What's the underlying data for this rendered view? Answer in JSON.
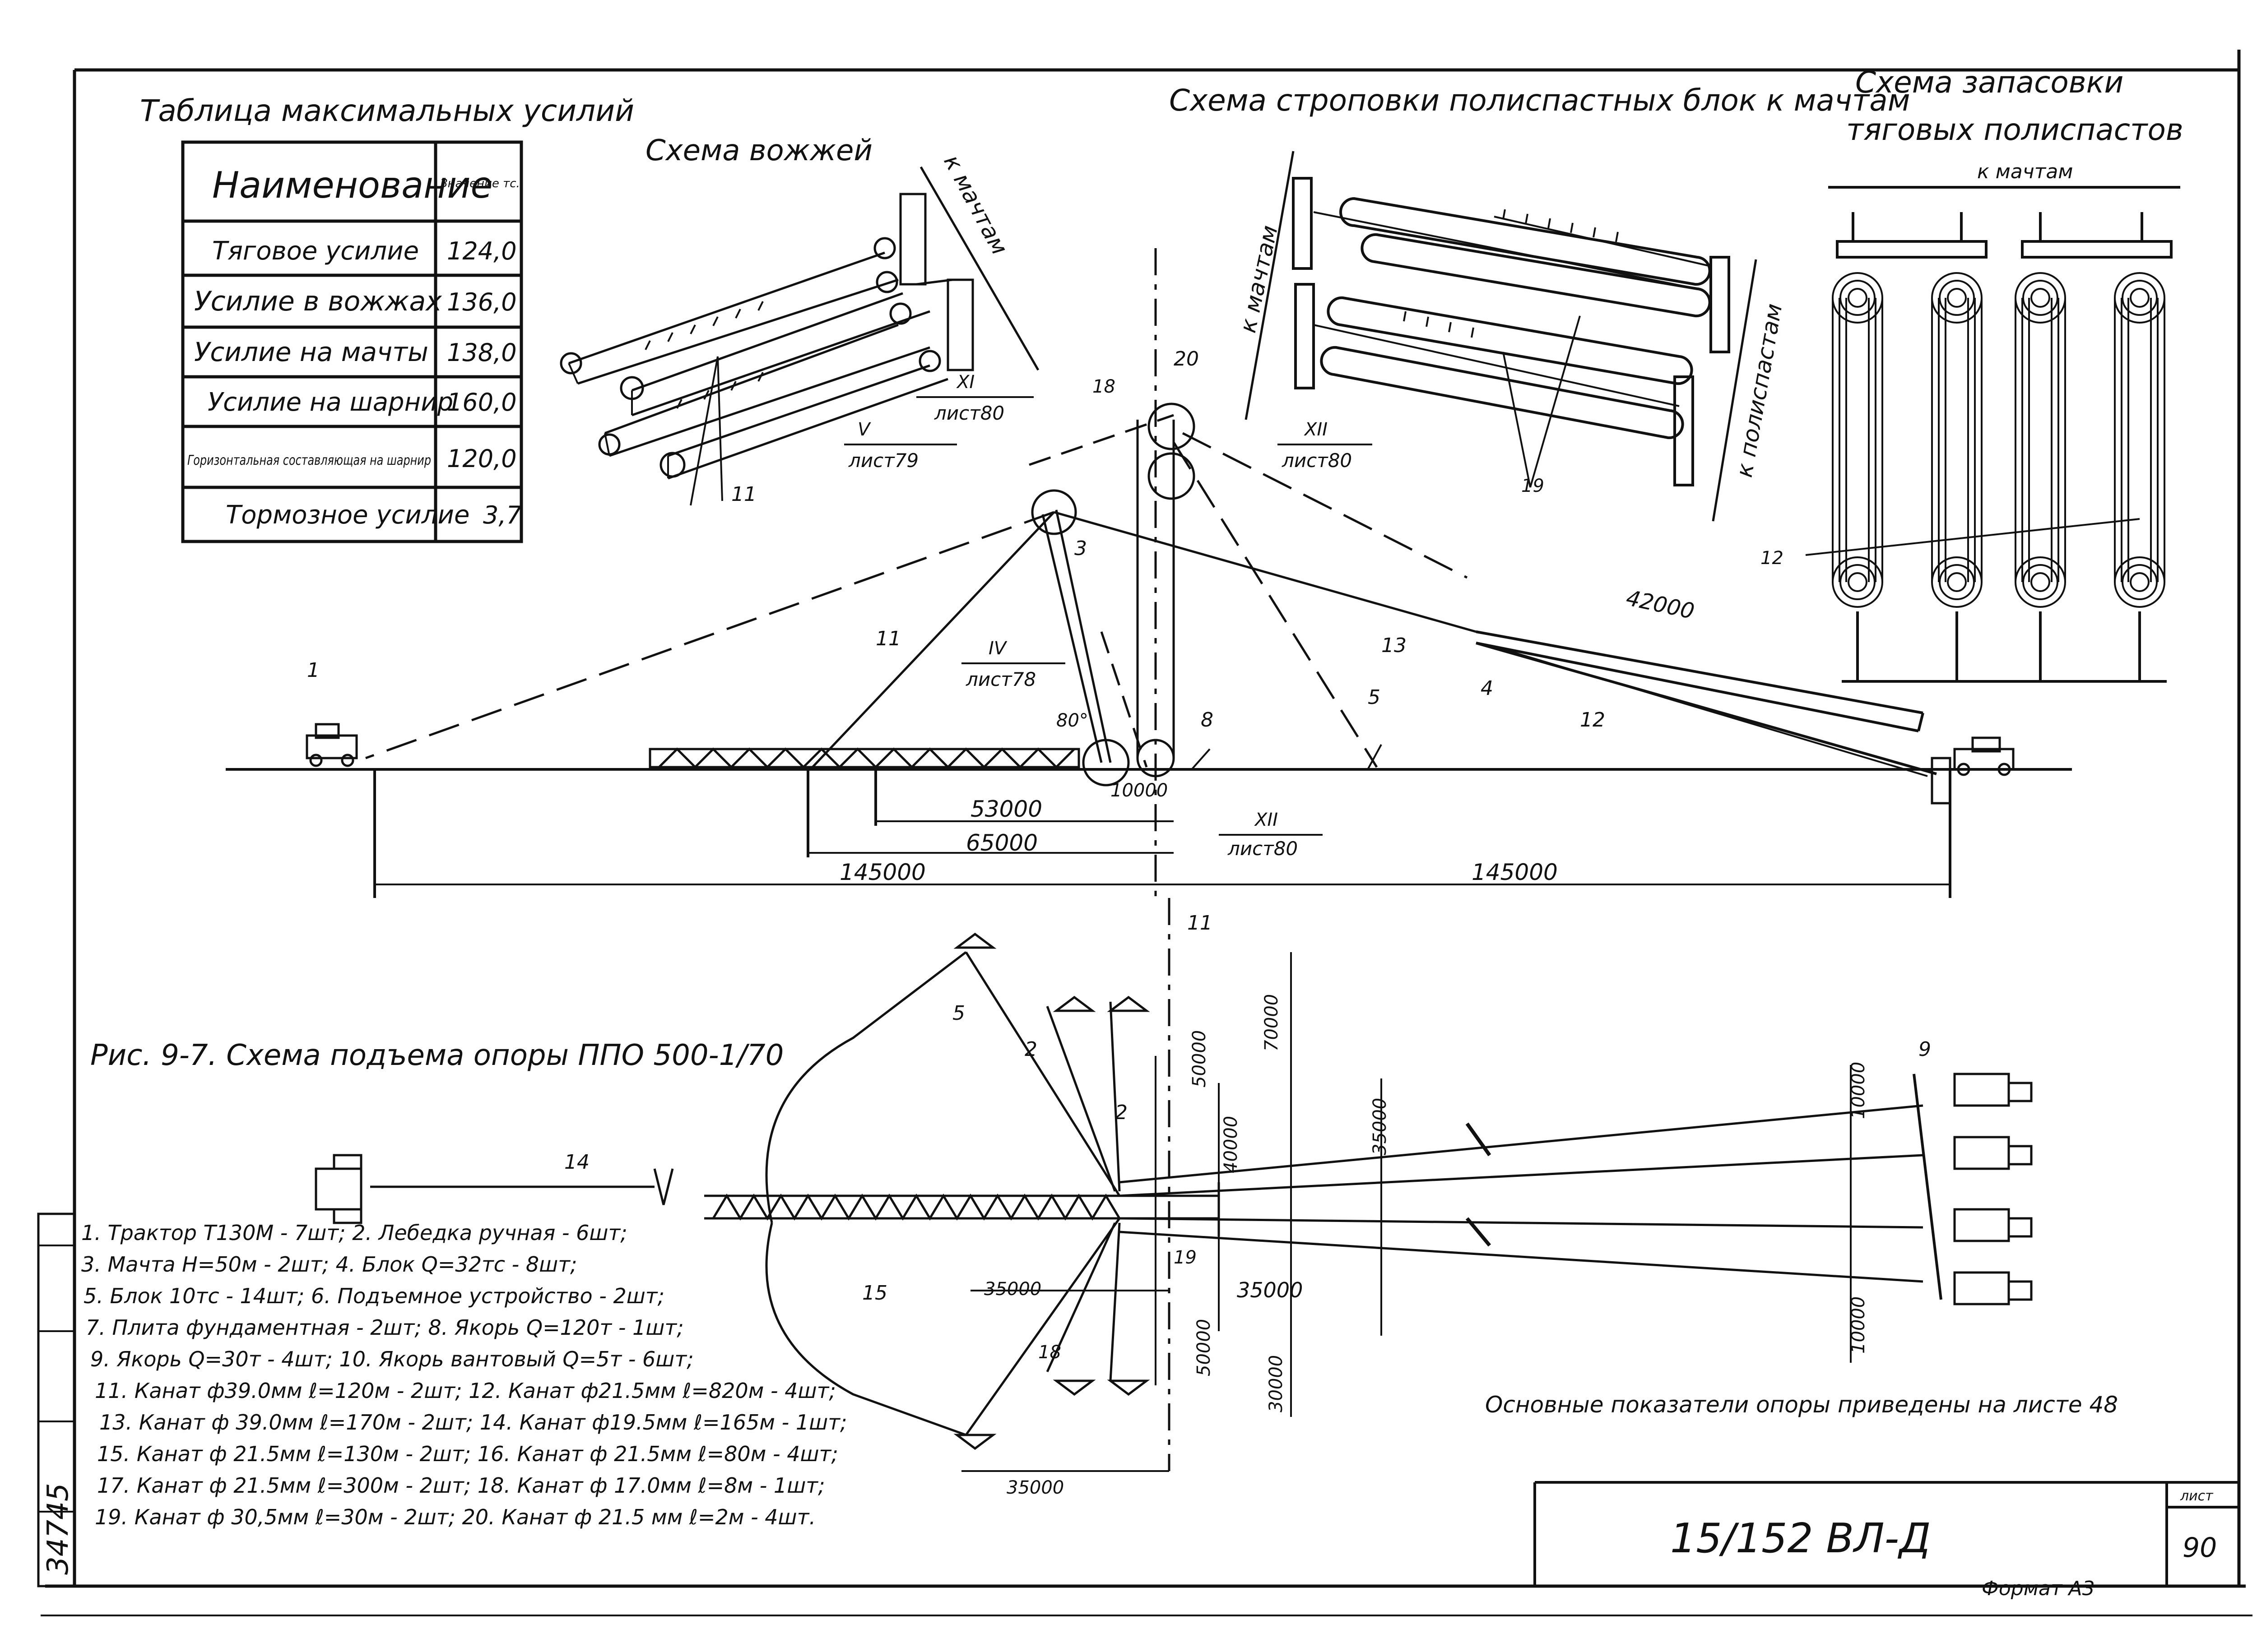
{
  "force_table": {
    "title": "Таблица максимальных усилий",
    "col_name": "Наименование",
    "col_value": "Значение тс.",
    "rows": [
      {
        "name": "Тяговое усилие",
        "value": "124,0"
      },
      {
        "name": "Усилие в вожжах",
        "value": "136,0"
      },
      {
        "name": "Усилие на мачты",
        "value": "138,0"
      },
      {
        "name": "Усилие на шарнир",
        "value": "160,0"
      },
      {
        "name": "Горизонтальная составляющая на шарнир",
        "value": "120,0"
      },
      {
        "name": "Тормозное усилие",
        "value": "3,7"
      }
    ]
  },
  "headings": {
    "reins_scheme": "Схема вожжей",
    "slinging_scheme": "Схема строповки полиспастных блок к мачтам",
    "reeving_scheme_1": "Схема запасовки",
    "reeving_scheme_2": "тяговых полиспастов",
    "to_masts": "к мачтам",
    "to_masts_b": "к мачтам",
    "to_masts_c": "к мачтам",
    "to_pulley": "к полиспастам"
  },
  "refs": {
    "xi_num": "XI",
    "xi_sheet": "лист80",
    "xii_num": "XII",
    "xii_sheet": "лист80",
    "v_num": "V",
    "v_sheet": "лист79",
    "iv_num": "IV",
    "iv_sheet": "лист78",
    "xii_b_num": "XII",
    "xii_b_sheet": "лист80"
  },
  "part_labels": {
    "p1": "1",
    "p3": "3",
    "p4": "4",
    "p5": "5",
    "p8": "8",
    "p11": "11",
    "p12": "12",
    "p13": "13",
    "p14": "14",
    "p15": "15",
    "p18": "18",
    "p19": "19",
    "p20": "20",
    "p2": "2",
    "p9": "9"
  },
  "dimensions": {
    "d42000": "42000",
    "d53000": "53000",
    "d65000": "65000",
    "d145000_left": "145000",
    "d145000_right": "145000",
    "d10000": "10000",
    "d80": "80°",
    "d35000_a": "35000",
    "d35000_b": "35000",
    "d35000_c": "35000",
    "d50000": "50000",
    "d40000": "40000",
    "d50000_b": "50000",
    "d70000": "70000",
    "d35000_d": "35000",
    "d10000_b": "10000",
    "d10000_c": "10000",
    "d30000": "30000"
  },
  "figure_caption": "Рис. 9-7. Схема подъема опоры ППО 500-1/70",
  "legend_lines": [
    "1. Трактор Т130М - 7шт; 2. Лебедка ручная - 6шт;",
    "3. Мачта Н=50м - 2шт; 4. Блок Q=32тс - 8шт;",
    "5. Блок 10тс - 14шт; 6. Подъемное устройство - 2шт;",
    "7. Плита фундаментная - 2шт; 8. Якорь Q=120т - 1шт;",
    "9. Якорь Q=30т - 4шт; 10. Якорь вантовый Q=5т - 6шт;",
    "11. Канат ф39.0мм ℓ=120м - 2шт; 12. Канат ф21.5мм ℓ=820м - 4шт;",
    "13. Канат ф 39.0мм ℓ=170м - 2шт; 14. Канат ф19.5мм ℓ=165м - 1шт;",
    "15. Канат ф 21.5мм ℓ=130м - 2шт; 16. Канат ф 21.5мм ℓ=80м - 4шт;",
    "17. Канат ф 21.5мм ℓ=300м - 2шт; 18. Канат ф 17.0мм ℓ=8м - 1шт;",
    "19. Канат ф 30,5мм ℓ=30м - 2шт; 20. Канат ф 21.5 мм ℓ=2м - 4шт."
  ],
  "note": "Основные показатели опоры приведены на листе 48",
  "stamp": {
    "code": "15/152 ВЛ-Д",
    "sheet_label": "лист",
    "sheet_num": "90",
    "inventory": "34745",
    "format": "Формат А3"
  }
}
